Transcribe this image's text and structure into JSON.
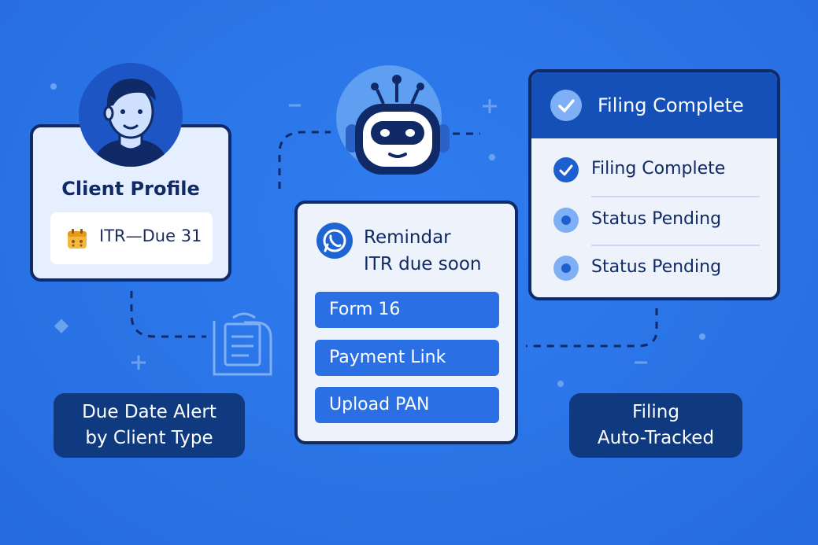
{
  "client_profile": {
    "title": "Client Profile",
    "due_label": "ITR—Due 31"
  },
  "reminder": {
    "line1": "Remindar",
    "line2": "ITR due soon",
    "buttons": [
      "Form 16",
      "Payment Link",
      "Upload PAN"
    ]
  },
  "filing": {
    "header": "Filing Complete",
    "rows": [
      {
        "label": "Filing Complete",
        "status": "done"
      },
      {
        "label": "Status Pending",
        "status": "pending"
      },
      {
        "label": "Status Pending",
        "status": "pending"
      }
    ]
  },
  "labels": {
    "left_line1": "Due Date Alert",
    "left_line2": "by Client Type",
    "right_line1": "Filing",
    "right_line2": "Auto-Tracked"
  },
  "colors": {
    "background": "#2a74e6",
    "navy": "#0f2a66",
    "button_blue": "#2a6fe3",
    "calendar": "#f6b73c"
  },
  "icons": [
    "user-avatar-icon",
    "calendar-icon",
    "robot-icon",
    "whatsapp-icon",
    "check-icon",
    "dot-icon",
    "document-icon"
  ]
}
